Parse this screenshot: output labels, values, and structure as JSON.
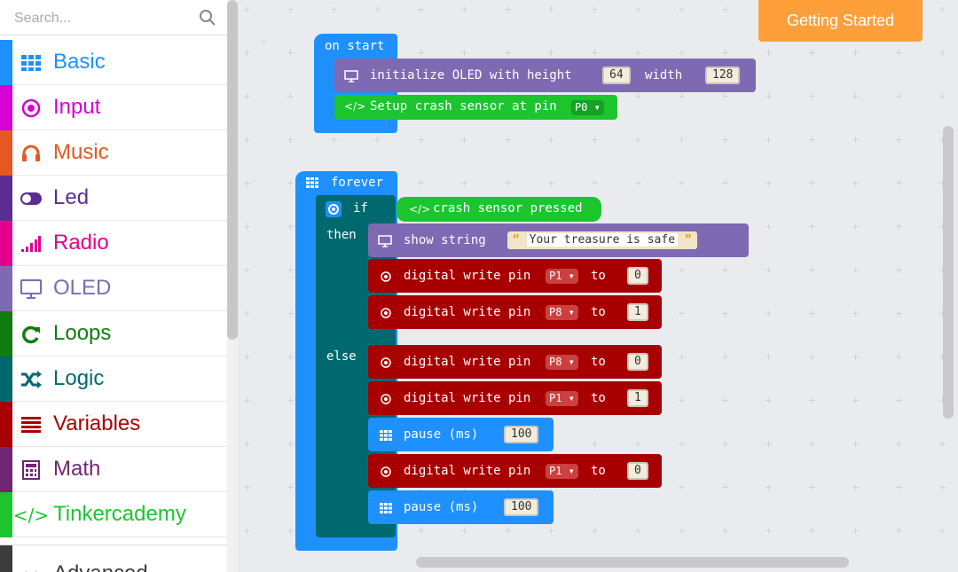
{
  "search": {
    "placeholder": "Search..."
  },
  "categories": [
    {
      "label": "Basic",
      "color": "#1e90ff",
      "icon": "grid-icon"
    },
    {
      "label": "Input",
      "color": "#d400d4",
      "icon": "target-icon"
    },
    {
      "label": "Music",
      "color": "#e65722",
      "icon": "headphones-icon"
    },
    {
      "label": "Led",
      "color": "#5c2d91",
      "icon": "toggle-icon"
    },
    {
      "label": "Radio",
      "color": "#e3008c",
      "icon": "signal-icon"
    },
    {
      "label": "OLED",
      "color": "#7e6ab3",
      "icon": "monitor-icon"
    },
    {
      "label": "Loops",
      "color": "#107c10",
      "icon": "refresh-icon"
    },
    {
      "label": "Logic",
      "color": "#006970",
      "icon": "shuffle-icon"
    },
    {
      "label": "Variables",
      "color": "#a80000",
      "icon": "list-icon"
    },
    {
      "label": "Math",
      "color": "#712672",
      "icon": "calculator-icon"
    },
    {
      "label": "Tinkercademy",
      "color": "#1cc52e",
      "icon": "code-icon"
    },
    {
      "label": "Advanced",
      "color": "#3c3c3c",
      "icon": "chevron-down-icon"
    }
  ],
  "toolbar": {
    "getting_started": "Getting Started"
  },
  "blocks": {
    "on_start": {
      "label": "on start",
      "oled_init": {
        "text_a": "initialize OLED with height",
        "height": "64",
        "text_b": "width",
        "width": "128"
      },
      "crash_setup": {
        "text": "Setup crash sensor at pin",
        "pin": "P0"
      }
    },
    "forever": {
      "label": "forever",
      "if_label": "if",
      "then_label": "then",
      "else_label": "else",
      "condition": "crash sensor pressed",
      "show_string": {
        "text": "show string",
        "value": "Your treasure is safe"
      },
      "dw_text": "digital write pin",
      "to_text": "to",
      "then_writes": [
        {
          "pin": "P1",
          "value": "0"
        },
        {
          "pin": "P8",
          "value": "1"
        }
      ],
      "else_1": [
        {
          "pin": "P8",
          "value": "0"
        },
        {
          "pin": "P1",
          "value": "1"
        }
      ],
      "pause_text": "pause (ms)",
      "pause_1": "100",
      "else_2": {
        "pin": "P1",
        "value": "0"
      },
      "pause_2": "100"
    }
  },
  "colors": {
    "basic": "#1e90ff",
    "logic": "#006970",
    "oled": "#7e6ab3",
    "pins": "#a80000",
    "tinkercademy": "#1cc52e"
  }
}
